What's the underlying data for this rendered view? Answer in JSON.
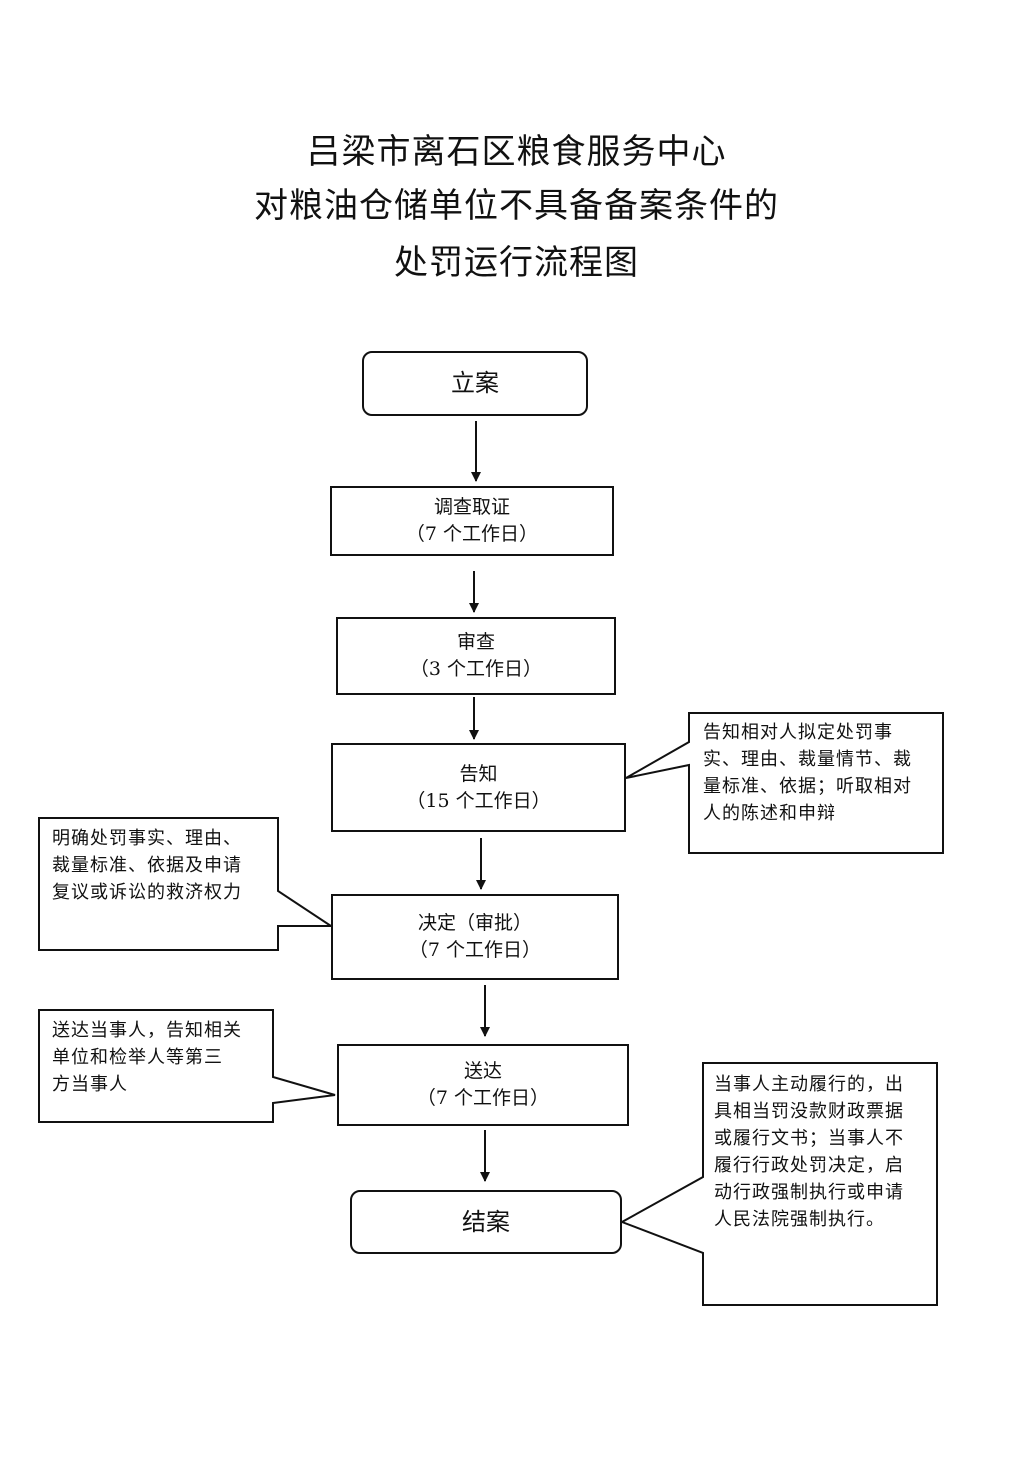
{
  "title": {
    "line1": "吕梁市离石区粮食服务中心",
    "line2": "对粮油仓储单位不具备备案条件的",
    "line3": "处罚运行流程图"
  },
  "steps": {
    "lian": {
      "label": "立案"
    },
    "diaocha": {
      "label": "调查取证",
      "days": "（7 个工作日）"
    },
    "shencha": {
      "label": "审查",
      "days": "（3 个工作日）"
    },
    "gaozhi": {
      "label": "告知",
      "days": "（15 个工作日）"
    },
    "jueding": {
      "label": "决定（审批）",
      "days": "（7 个工作日）"
    },
    "songda": {
      "label": "送达",
      "days": "（7 个工作日）"
    },
    "jiean": {
      "label": "结案"
    }
  },
  "notes": {
    "gaozhi_note": "告知相对人拟定处罚事\n实、理由、裁量情节、裁\n量标准、依据；听取相对\n人的陈述和申辩",
    "jueding_note": "明确处罚事实、理由、\n裁量标准、依据及申请\n复议或诉讼的救济权力",
    "songda_note": "送达当事人，告知相关\n单位和检举人等第三\n方当事人",
    "jiean_note": "当事人主动履行的，出\n具相当罚没款财政票据\n或履行文书；当事人不\n履行行政处罚决定，启\n动行政强制执行或申请\n人民法院强制执行。"
  }
}
